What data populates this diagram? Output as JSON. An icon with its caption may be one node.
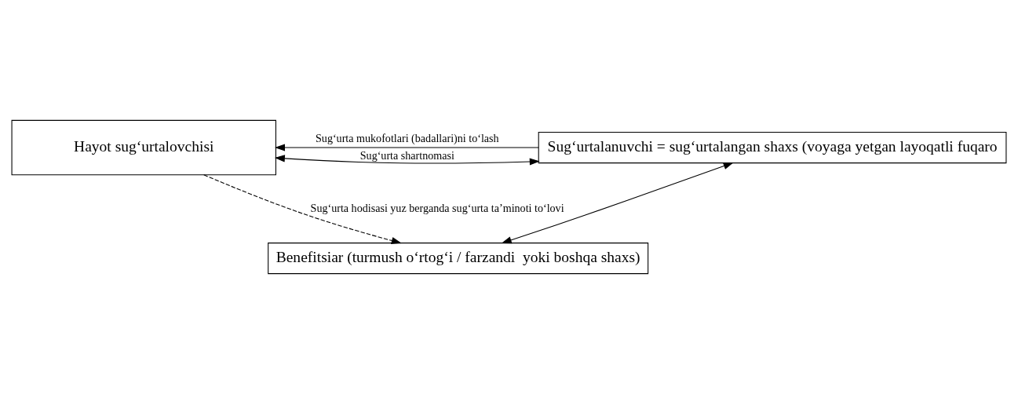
{
  "diagram": {
    "nodes": [
      {
        "text": [
          "Hayot sug‘urtalovchisi"
        ]
      },
      {
        "text": [
          "Sug‘urtalanuvchi = sug‘urtalangan shaxs (voyaga yetgan layoqatli fuqaro"
        ]
      },
      {
        "text": [
          "Benefitsiar (turmush o‘rtog‘i / farzandi  yoki boshqa shaxs)"
        ]
      }
    ],
    "edges": [
      {
        "from": 1,
        "to": 0,
        "arrow": "to",
        "label": "Sug‘urta mukofotlari (badallari)ni to‘lash"
      },
      {
        "from": 0,
        "to": 1,
        "arrow": "both",
        "label": "Sug‘urta shartnomasi"
      },
      {
        "from": 1,
        "to": 2,
        "arrow": "both"
      },
      {
        "from": 0,
        "to": 2,
        "arrow": "to",
        "style": "dashed",
        "label": "Sug‘urta hodisasi yuz berganda sug‘urta ta’minoti to‘lovi"
      }
    ]
  }
}
